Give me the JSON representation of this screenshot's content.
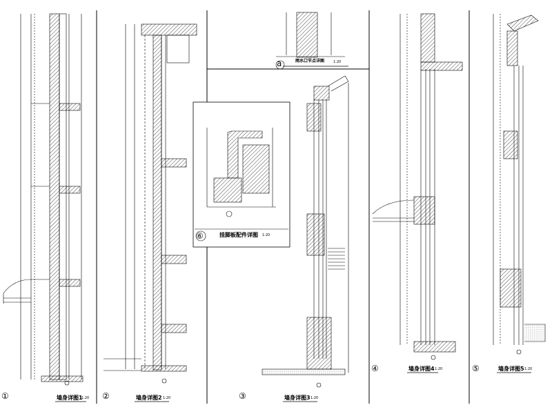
{
  "sheet": {
    "detail_numbers": [
      "①",
      "②",
      "③",
      "④",
      "⑤",
      "⑥"
    ],
    "sections": [
      {
        "number": "1",
        "title": "墙身详图1",
        "scale": "1:20"
      },
      {
        "number": "2",
        "title": "墙身详图2",
        "scale": "1:20"
      },
      {
        "number": "3",
        "title": "墙身详图3",
        "scale": "1:20"
      },
      {
        "number": "4",
        "title": "墙身详图4",
        "scale": "1:20"
      },
      {
        "number": "5",
        "title": "墙身详图5",
        "scale": "1:20"
      }
    ],
    "detail_box": {
      "number": "6",
      "title": "挂脚板配件详图",
      "scale": "1:20"
    },
    "detail_a": {
      "letter": "a",
      "title": "雨水口节点详图",
      "scale": "1:20"
    }
  }
}
